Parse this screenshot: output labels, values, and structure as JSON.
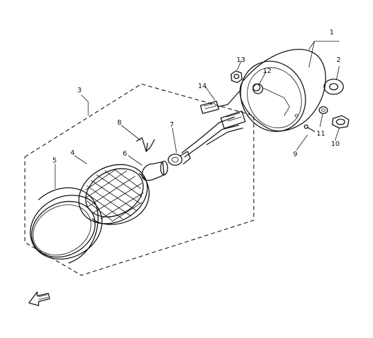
{
  "callouts": [
    {
      "id": "c1",
      "text": "1"
    },
    {
      "id": "c2",
      "text": "2"
    },
    {
      "id": "c3",
      "text": "3"
    },
    {
      "id": "c4",
      "text": "4"
    },
    {
      "id": "c5",
      "text": "5"
    },
    {
      "id": "c6",
      "text": "6"
    },
    {
      "id": "c7",
      "text": "7"
    },
    {
      "id": "c8",
      "text": "8"
    },
    {
      "id": "c9",
      "text": "9"
    },
    {
      "id": "c10",
      "text": "10"
    },
    {
      "id": "c11",
      "text": "11"
    },
    {
      "id": "c12",
      "text": "12"
    },
    {
      "id": "c13",
      "text": "13"
    },
    {
      "id": "c14",
      "text": "14"
    }
  ]
}
